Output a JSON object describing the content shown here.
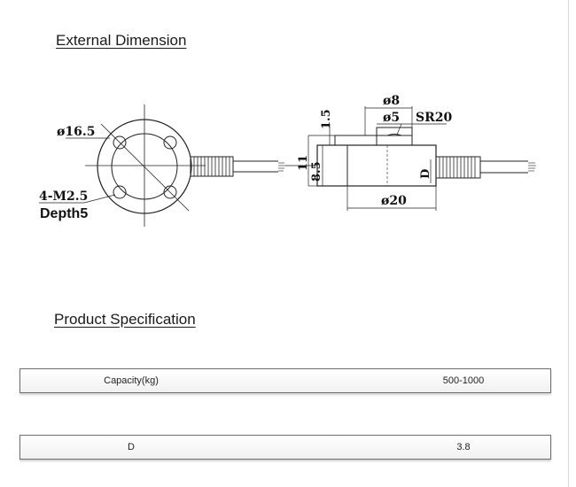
{
  "sections": {
    "external_dimension": "External Dimension",
    "product_specification": "Product Specification"
  },
  "drawing": {
    "front": {
      "bolt_circle": "ø16.5",
      "thread": "4-M2.5",
      "depth": "Depth5"
    },
    "side": {
      "outer_dia": "ø20",
      "boss_dia": "ø8",
      "tip_dia": "ø5",
      "sphere_radius": "SR20",
      "boss_height": "1.5",
      "total_height": "11",
      "body_height": "8.5",
      "d_label": "D"
    }
  },
  "spec_rows": [
    {
      "label": "Capacity(kg)",
      "value": "500-1000"
    },
    {
      "label": "D",
      "value": "3.8"
    }
  ]
}
